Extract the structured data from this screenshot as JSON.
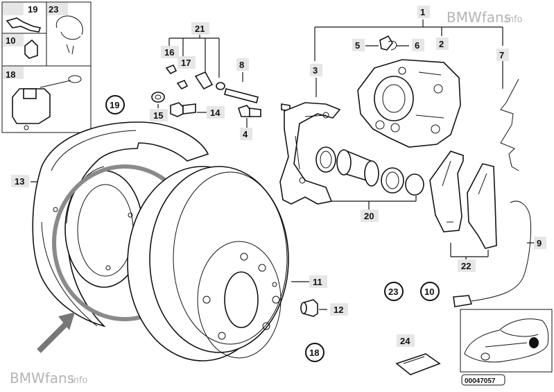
{
  "watermark": {
    "top": "BMWfans",
    "top_suffix": ".info",
    "bottom": "BMWfans",
    "bottom_suffix": ".info"
  },
  "image_number": "00047057",
  "labels": {
    "n1": "1",
    "n2": "2",
    "n3": "3",
    "n4": "4",
    "n5": "5",
    "n6": "6",
    "n7": "7",
    "n8": "8",
    "n9": "9",
    "n10": "10",
    "n11": "11",
    "n12": "12",
    "n13": "13",
    "n14": "14",
    "n15": "15",
    "n16": "16",
    "n17": "17",
    "n18": "18",
    "n19": "19",
    "n20": "20",
    "n21": "21",
    "n22": "22",
    "n23": "23",
    "n24": "24"
  },
  "inset": {
    "i19": "19",
    "i23": "23",
    "i10": "10",
    "i18": "18"
  },
  "circled": {
    "c19": "19",
    "c23": "23",
    "c10": "10",
    "c18": "18"
  },
  "colors": {
    "line": "#111111",
    "watermark": "#b5b5b5",
    "highlight": "#e6e6e6",
    "circle_overlay": "#8a8a8a"
  }
}
